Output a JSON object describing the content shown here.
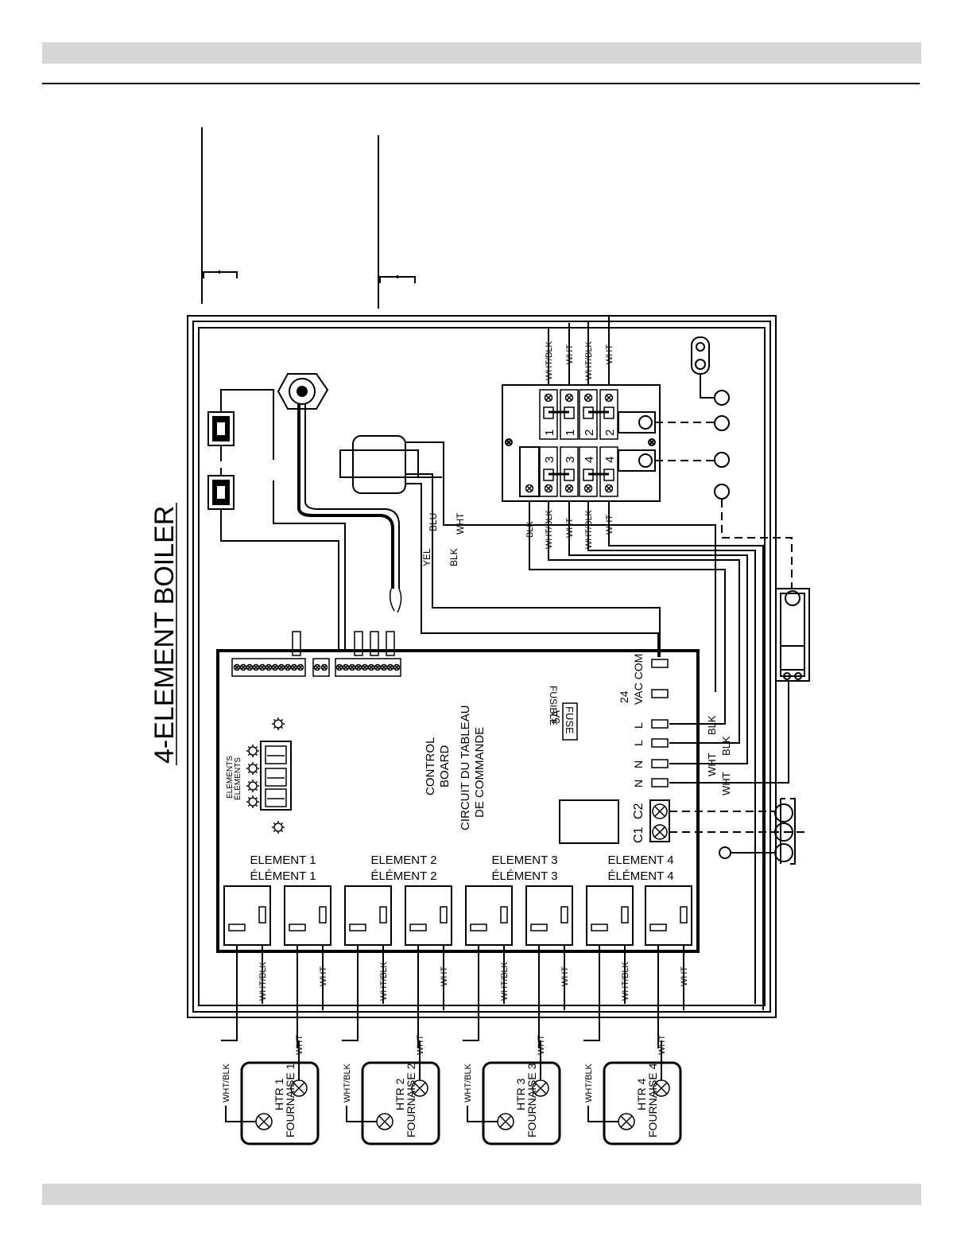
{
  "title": "4-ELEMENT BOILER",
  "board": {
    "line1": "CONTROL",
    "line2": "BOARD",
    "line3": "CIRCUIT DU TABLEAU",
    "line4": "DE COMMANDE",
    "leds_label_en": "ELEMENTS",
    "leds_label_fr": "ÉLÉMENTS",
    "fuse_rating": "5A",
    "fuse_label": "FUSE",
    "fuse_label_fr": "FUSIBLE",
    "vac": "24",
    "vac_com": "VAC COM",
    "terminal_L": "L",
    "terminal_N": "N",
    "c1": "C1",
    "c2": "C2"
  },
  "relays": [
    {
      "en": "ELEMENT 1",
      "fr": "ÉLÉMENT 1"
    },
    {
      "en": "ELEMENT 2",
      "fr": "ÉLÉMENT 2"
    },
    {
      "en": "ELEMENT 3",
      "fr": "ÉLÉMENT 3"
    },
    {
      "en": "ELEMENT 4",
      "fr": "ÉLÉMENT 4"
    }
  ],
  "heaters": [
    {
      "en": "HTR 1",
      "fr": "FOURNAISE 1"
    },
    {
      "en": "HTR 2",
      "fr": "FOURNAISE 2"
    },
    {
      "en": "HTR 3",
      "fr": "FOURNAISE 3"
    },
    {
      "en": "HTR 4",
      "fr": "FOURNAISE 4"
    }
  ],
  "wires": {
    "wht_blk": "WHT/BLK",
    "wht": "WHT",
    "blk": "BLK",
    "yel": "YEL",
    "blu": "BLU"
  },
  "terminal_block": {
    "pos_1": "1",
    "pos_2": "2",
    "pos_3": "3",
    "pos_4": "4"
  }
}
